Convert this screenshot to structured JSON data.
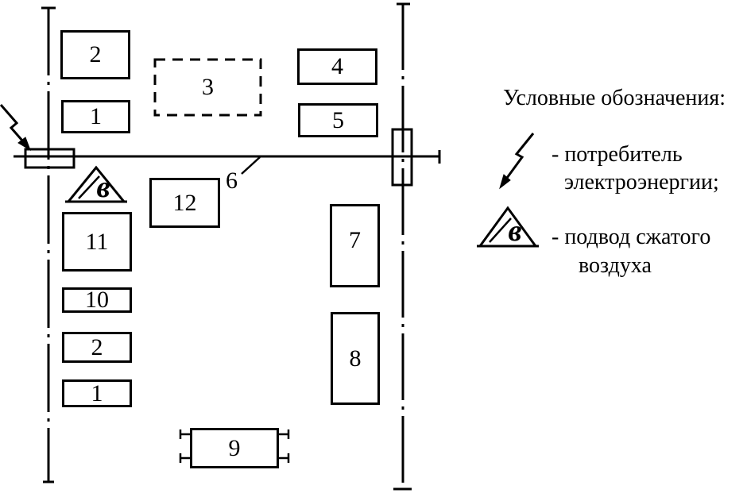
{
  "colors": {
    "ink": "#000000",
    "background": "#ffffff"
  },
  "plan": {
    "boxes": [
      {
        "name": "box-2-upper",
        "label": "2"
      },
      {
        "name": "box-1-upper",
        "label": "1"
      },
      {
        "name": "box-3-dashed",
        "label": "3"
      },
      {
        "name": "box-4",
        "label": "4"
      },
      {
        "name": "box-5",
        "label": "5"
      },
      {
        "name": "box-12",
        "label": "12"
      },
      {
        "name": "box-11",
        "label": "11"
      },
      {
        "name": "box-10",
        "label": "10"
      },
      {
        "name": "box-2-lower",
        "label": "2"
      },
      {
        "name": "box-1-lower",
        "label": "1"
      },
      {
        "name": "box-7",
        "label": "7"
      },
      {
        "name": "box-8",
        "label": "8"
      },
      {
        "name": "box-9",
        "label": "9"
      }
    ],
    "power_line_label": "6",
    "air_symbol_letter": "в"
  },
  "legend": {
    "title": "Условные обозначения:",
    "items": [
      {
        "symbol": "lightning-arrow-icon",
        "line1": "- потребитель",
        "line2": "электроэнергии;"
      },
      {
        "symbol": "air-triangle-icon",
        "letter": "в",
        "line1": "- подвод сжатого",
        "line2": "воздуха"
      }
    ]
  }
}
